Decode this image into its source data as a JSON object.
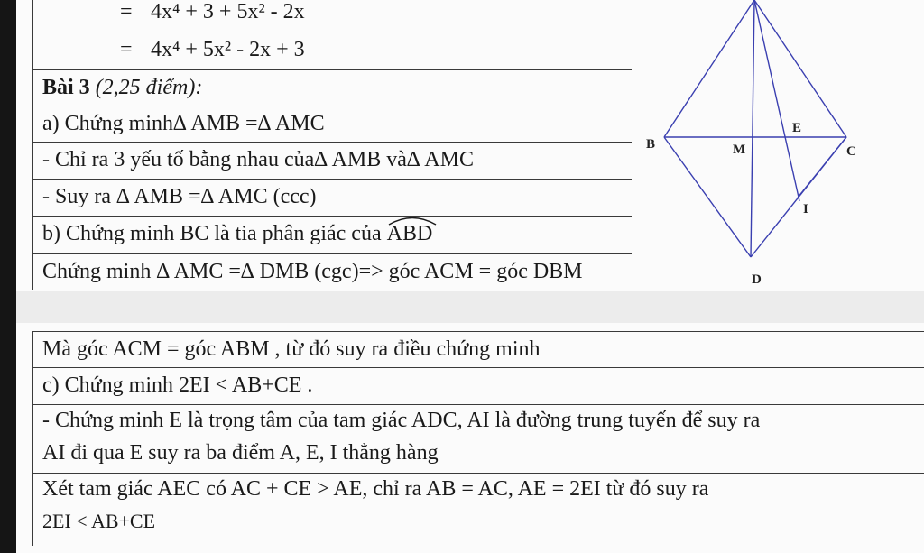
{
  "top_table": {
    "rows": [
      {
        "id": "eq1",
        "eq": "=",
        "expr": "4x⁴ + 3 + 5x² - 2x"
      },
      {
        "id": "eq2",
        "eq": "=",
        "expr": "4x⁴ + 5x² - 2x + 3"
      },
      {
        "id": "bai3",
        "title": "Bài 3",
        "points": "(2,25 điểm):"
      },
      {
        "id": "a",
        "text": "a) Chứng minh∆ AMB =∆ AMC"
      },
      {
        "id": "a1",
        "text": "- Chỉ ra 3 yếu tố bằng nhau của∆ AMB và∆ AMC"
      },
      {
        "id": "a2",
        "text": "- Suy ra ∆ AMB =∆ AMC (ccc)"
      },
      {
        "id": "b",
        "text_before": "b) Chứng minh BC là tia phân giác của",
        "angle": "ABD"
      },
      {
        "id": "b1",
        "text": "Chứng minh ∆ AMC =∆ DMB (cgc)=> góc ACM = góc DBM"
      }
    ]
  },
  "bottom_table": {
    "rows": [
      {
        "id": "b2",
        "text": "Mà góc ACM = góc ABM  , từ đó suy ra điều chứng minh"
      },
      {
        "id": "c",
        "text": "c) Chứng minh  2EI < AB+CE ."
      },
      {
        "id": "c1",
        "line1": "- Chứng minh E là trọng tâm của tam giác ADC, AI là đường trung tuyến để suy ra",
        "line2": "AI đi qua E suy ra ba điểm A, E, I thẳng hàng"
      },
      {
        "id": "c2",
        "line1": "Xét tam giác AEC có AC + CE > AE, chỉ ra AB = AC, AE = 2EI từ đó suy ra",
        "line2": "2EI < AB+CE"
      }
    ]
  },
  "figure": {
    "labels": {
      "B": "B",
      "M": "M",
      "C": "C",
      "E": "E",
      "I": "I",
      "D": "D"
    },
    "line_color": "#3a3fb0"
  }
}
